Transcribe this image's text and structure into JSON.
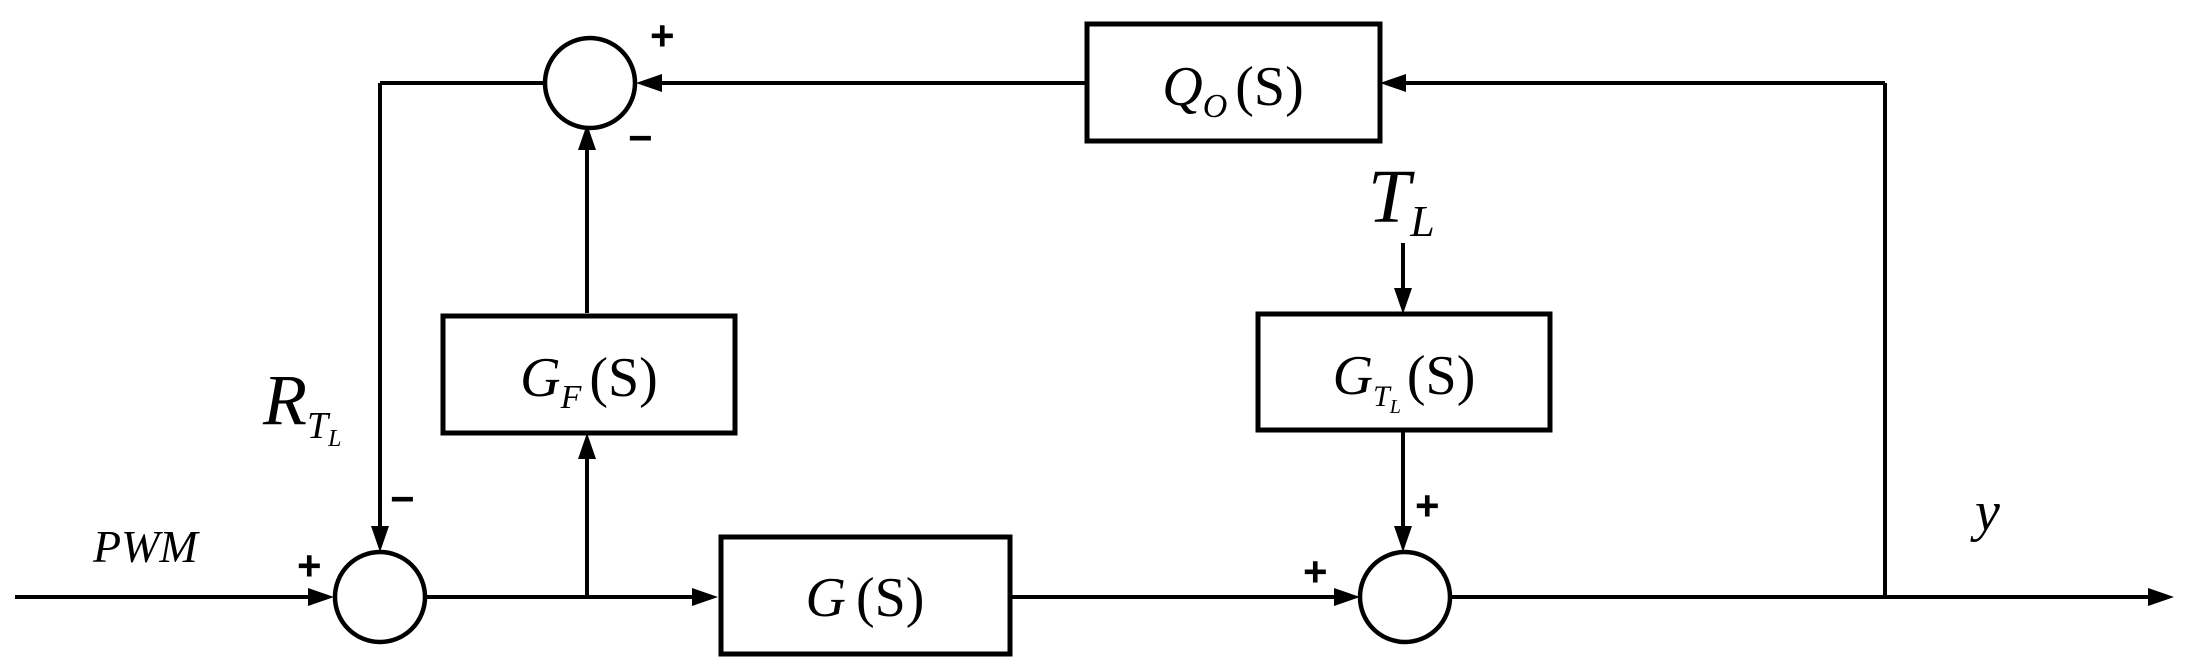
{
  "blocks": {
    "q": {
      "sym": "Q",
      "sub": "O",
      "arg": "(S)"
    },
    "gf": {
      "sym": "G",
      "sub": "F",
      "arg": "(S)"
    },
    "g": {
      "sym": "G",
      "arg": "(S)"
    },
    "gtl": {
      "sym": "G",
      "sub": "T",
      "subsub": "L",
      "arg": "(S)"
    }
  },
  "labels": {
    "input": "PWM",
    "output": "y",
    "disturbance": {
      "sym": "T",
      "sub": "L"
    },
    "feedback": {
      "sym": "R",
      "sub": "T",
      "subsub": "L"
    }
  },
  "signs": {
    "top_sum_plus": "+",
    "top_sum_minus": "−",
    "left_sum_plus": "+",
    "left_sum_minus": "−",
    "right_sum_left_plus": "+",
    "right_sum_top_plus": "+"
  }
}
